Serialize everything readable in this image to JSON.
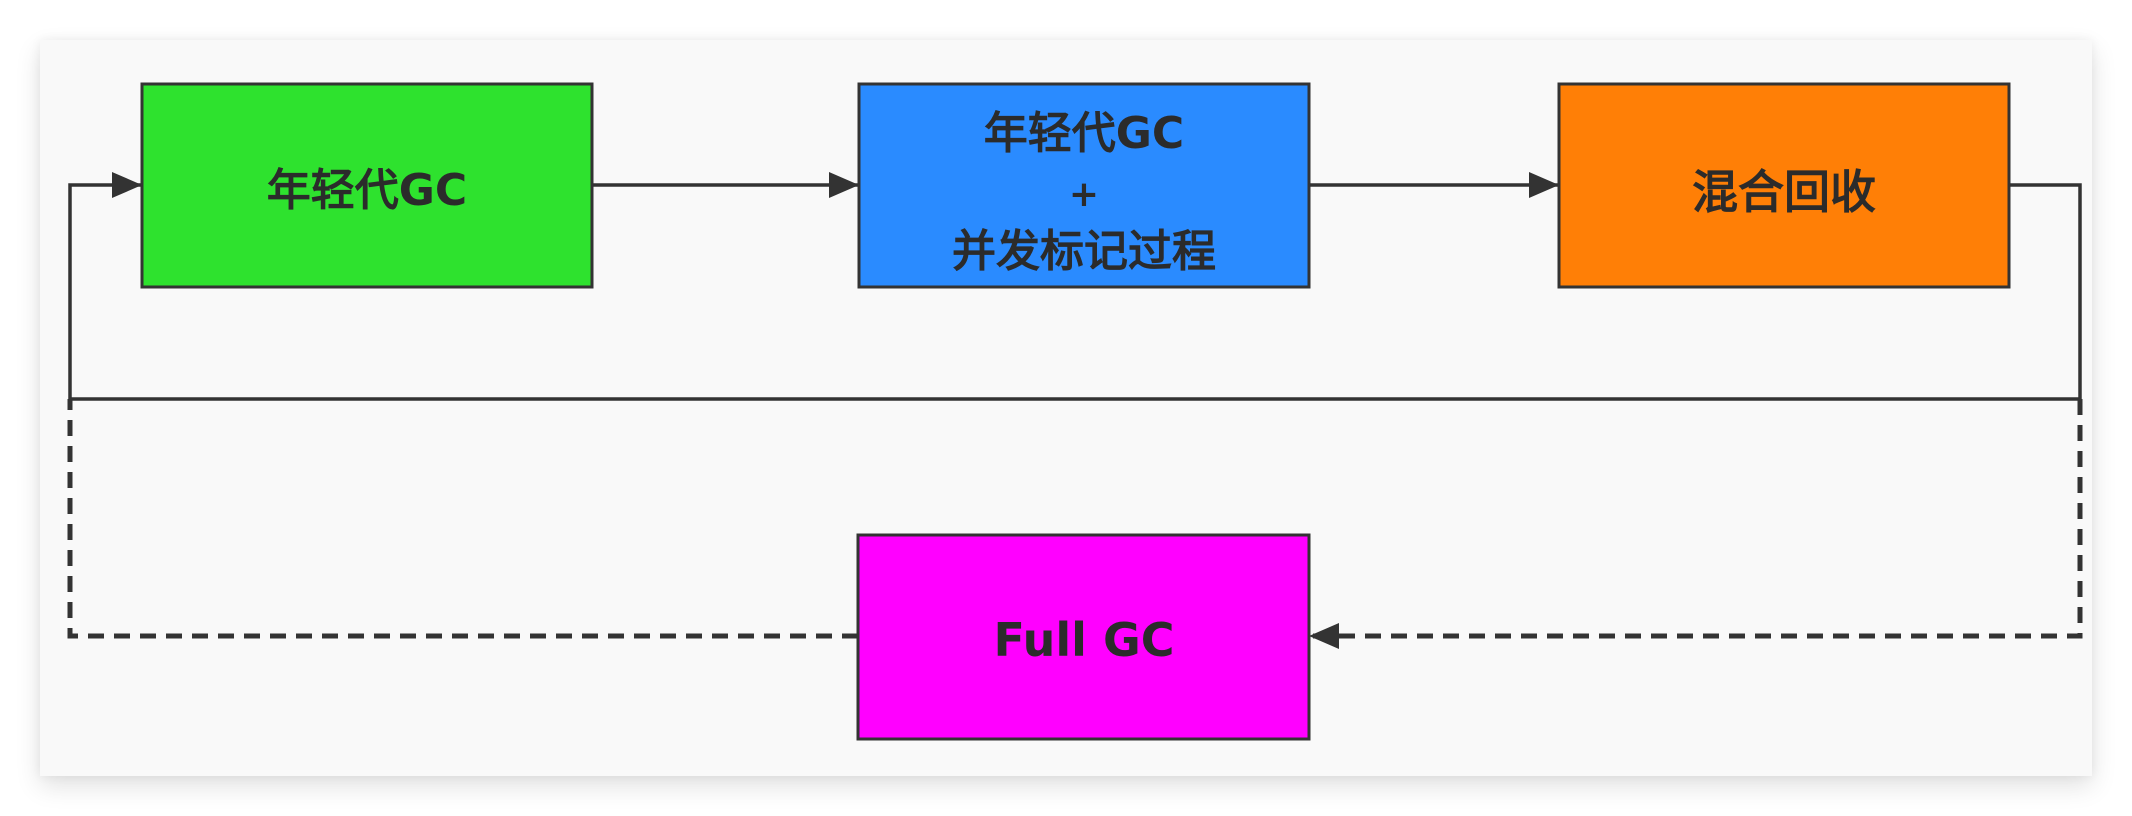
{
  "diagram": {
    "nodes": [
      {
        "id": "young-gc",
        "lines": [
          "年轻代GC"
        ],
        "color": "#2ee22e"
      },
      {
        "id": "young-gc-concurrent-mark",
        "lines": [
          "年轻代GC",
          "+",
          "并发标记过程"
        ],
        "color": "#2a8bff"
      },
      {
        "id": "mixed-gc",
        "lines": [
          "混合回收"
        ],
        "color": "#ff7f06"
      },
      {
        "id": "full-gc",
        "lines": [
          "Full GC"
        ],
        "color": "#ff00ff"
      }
    ],
    "edges": [
      {
        "from": "young-gc",
        "to": "young-gc-concurrent-mark",
        "style": "solid"
      },
      {
        "from": "young-gc-concurrent-mark",
        "to": "mixed-gc",
        "style": "solid"
      },
      {
        "from": "mixed-gc",
        "to": "young-gc",
        "style": "solid",
        "route": "loop-back"
      },
      {
        "from": "mixed-gc",
        "to": "full-gc",
        "style": "dashed"
      },
      {
        "from": "full-gc",
        "to": "young-gc",
        "style": "dashed"
      }
    ],
    "line_color": "#333333"
  }
}
